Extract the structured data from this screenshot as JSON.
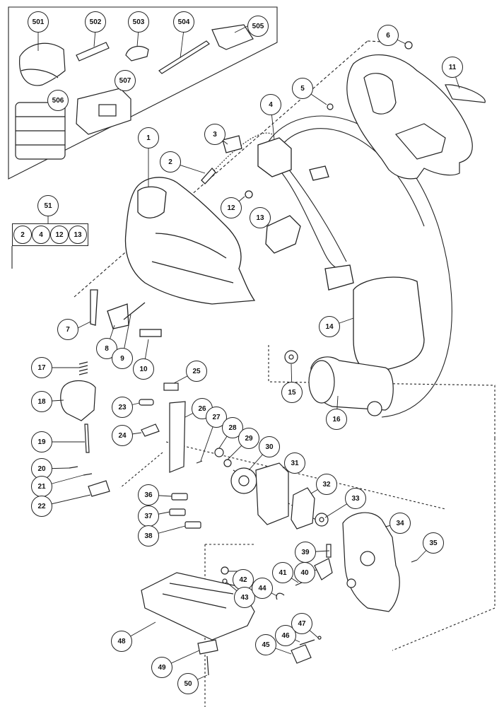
{
  "callouts": [
    {
      "id": "c501",
      "text": "501"
    },
    {
      "id": "c502",
      "text": "502"
    },
    {
      "id": "c503",
      "text": "503"
    },
    {
      "id": "c504",
      "text": "504"
    },
    {
      "id": "c505",
      "text": "505"
    },
    {
      "id": "c506",
      "text": "506"
    },
    {
      "id": "c507",
      "text": "507"
    },
    {
      "id": "c6",
      "text": "6"
    },
    {
      "id": "c11",
      "text": "11"
    },
    {
      "id": "c5",
      "text": "5"
    },
    {
      "id": "c4",
      "text": "4"
    },
    {
      "id": "c3",
      "text": "3"
    },
    {
      "id": "c1",
      "text": "1"
    },
    {
      "id": "c2",
      "text": "2"
    },
    {
      "id": "c12",
      "text": "12"
    },
    {
      "id": "c13",
      "text": "13"
    },
    {
      "id": "c51",
      "text": "51"
    },
    {
      "id": "c7",
      "text": "7"
    },
    {
      "id": "c8",
      "text": "8"
    },
    {
      "id": "c9",
      "text": "9"
    },
    {
      "id": "c10",
      "text": "10"
    },
    {
      "id": "c14",
      "text": "14"
    },
    {
      "id": "c15",
      "text": "15"
    },
    {
      "id": "c16",
      "text": "16"
    },
    {
      "id": "c17",
      "text": "17"
    },
    {
      "id": "c18",
      "text": "18"
    },
    {
      "id": "c19",
      "text": "19"
    },
    {
      "id": "c20",
      "text": "20"
    },
    {
      "id": "c21",
      "text": "21"
    },
    {
      "id": "c22",
      "text": "22"
    },
    {
      "id": "c23",
      "text": "23"
    },
    {
      "id": "c24",
      "text": "24"
    },
    {
      "id": "c25",
      "text": "25"
    },
    {
      "id": "c26",
      "text": "26"
    },
    {
      "id": "c27",
      "text": "27"
    },
    {
      "id": "c28",
      "text": "28"
    },
    {
      "id": "c29",
      "text": "29"
    },
    {
      "id": "c30",
      "text": "30"
    },
    {
      "id": "c31",
      "text": "31"
    },
    {
      "id": "c32",
      "text": "32"
    },
    {
      "id": "c33",
      "text": "33"
    },
    {
      "id": "c34",
      "text": "34"
    },
    {
      "id": "c35",
      "text": "35"
    },
    {
      "id": "c36",
      "text": "36"
    },
    {
      "id": "c37",
      "text": "37"
    },
    {
      "id": "c38",
      "text": "38"
    },
    {
      "id": "c39",
      "text": "39"
    },
    {
      "id": "c40",
      "text": "40"
    },
    {
      "id": "c41",
      "text": "41"
    },
    {
      "id": "c42",
      "text": "42"
    },
    {
      "id": "c43",
      "text": "43"
    },
    {
      "id": "c44",
      "text": "44"
    },
    {
      "id": "c45",
      "text": "45"
    },
    {
      "id": "c46",
      "text": "46"
    },
    {
      "id": "c47",
      "text": "47"
    },
    {
      "id": "c48",
      "text": "48"
    },
    {
      "id": "c49",
      "text": "49"
    },
    {
      "id": "c50",
      "text": "50"
    }
  ],
  "kit": {
    "items": [
      "2",
      "4",
      "12",
      "13"
    ]
  },
  "colors": {
    "line": "#222222",
    "callout_fill": "#ffffff"
  }
}
